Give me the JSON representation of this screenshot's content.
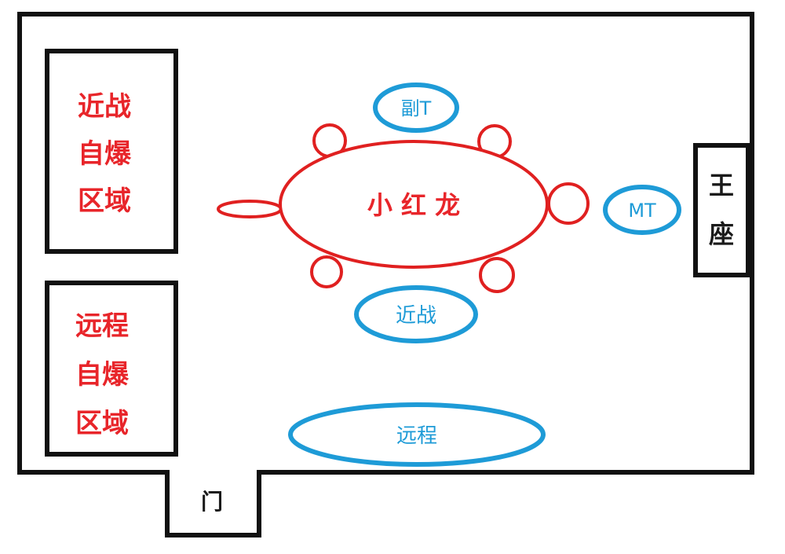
{
  "colors": {
    "wall": "#111111",
    "boss": "#e02020",
    "player": "#1e9bd7",
    "zone_text": "#e8252a",
    "label_dark": "#1a1a1a"
  },
  "zones": {
    "melee_zone": {
      "line1": "近战",
      "line2": "自爆",
      "line3": "区域"
    },
    "ranged_zone": {
      "line1": "远程",
      "line2": "自爆",
      "line3": "区域"
    }
  },
  "boss": {
    "name": "小 红 龙"
  },
  "players": {
    "off_tank": "副T",
    "main_tank": "MT",
    "melee": "近战",
    "ranged": "远程"
  },
  "throne": {
    "line1": "王",
    "line2": "座"
  },
  "door": {
    "label": "门"
  }
}
